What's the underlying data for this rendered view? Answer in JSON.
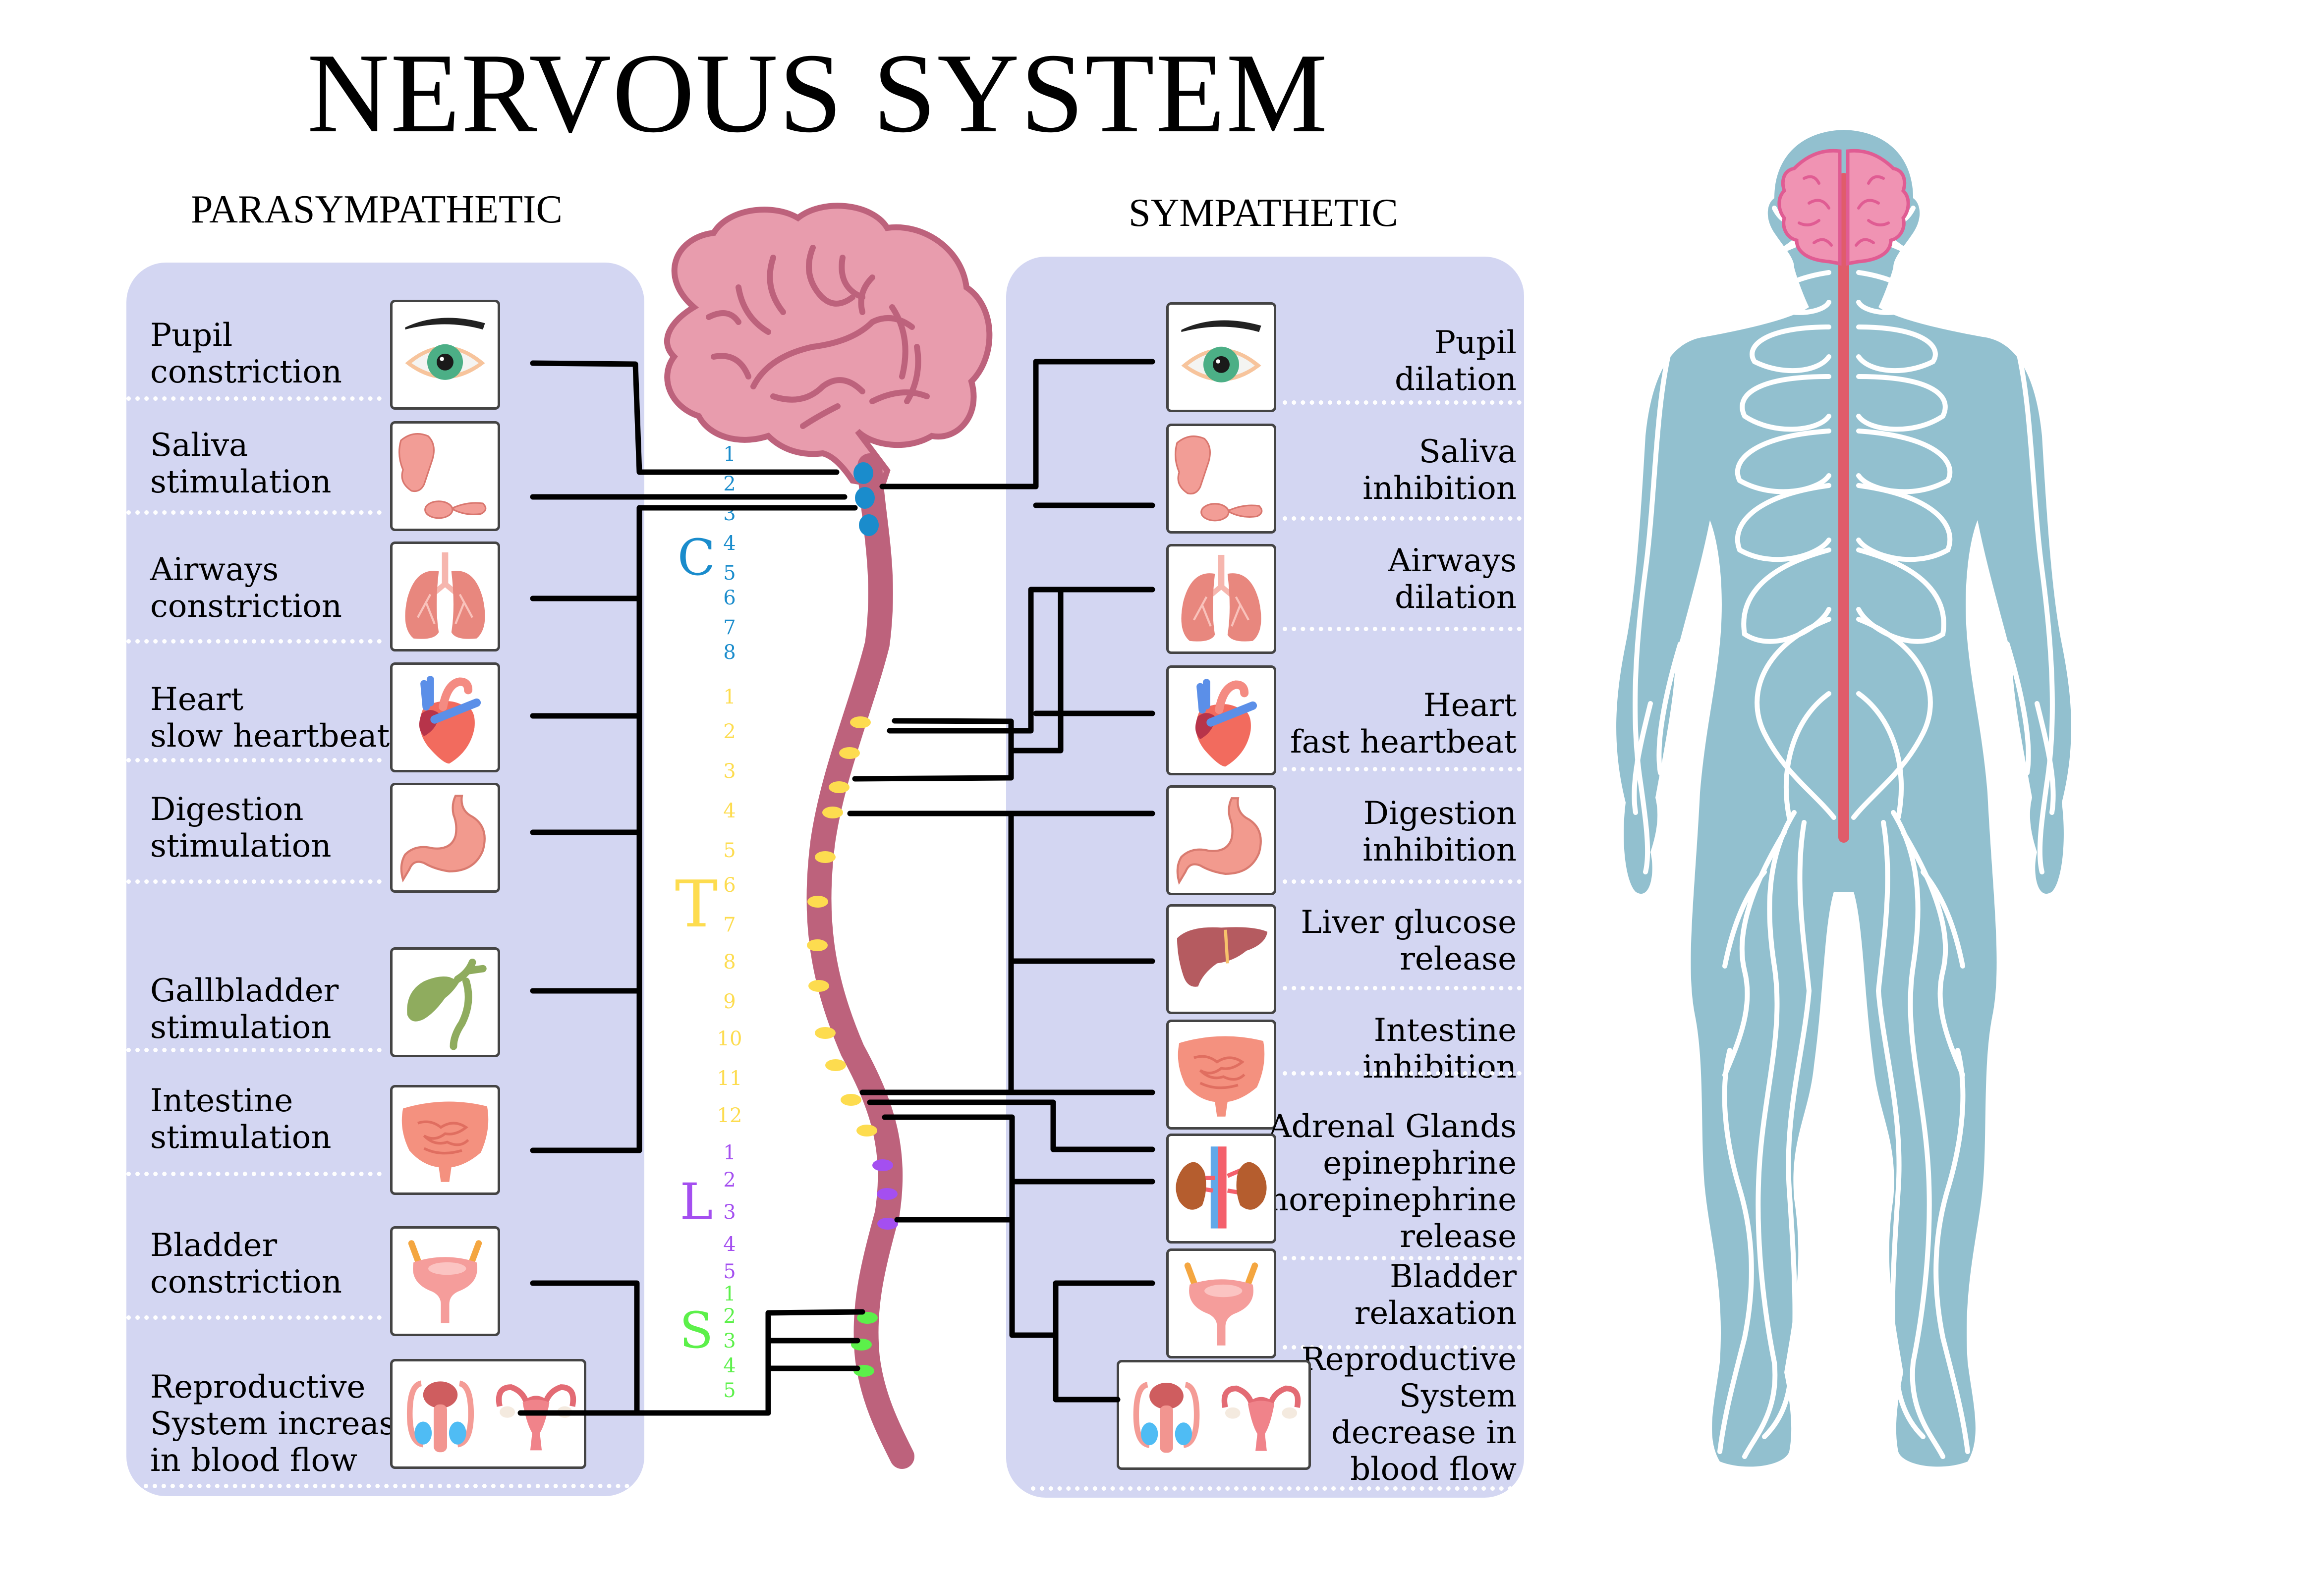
{
  "title": "NERVOUS SYSTEM",
  "parasympathetic": {
    "heading": "PARASYMPATHETIC",
    "items": [
      {
        "label": "Pupil\nconstriction",
        "icon": "eye-icon"
      },
      {
        "label": "Saliva\nstimulation",
        "icon": "salivary-gland-icon"
      },
      {
        "label": "Airways\nconstriction",
        "icon": "lungs-icon"
      },
      {
        "label": "Heart\nslow heartbeat",
        "icon": "heart-icon"
      },
      {
        "label": "Digestion\nstimulation",
        "icon": "stomach-icon"
      },
      {
        "label": "Gallbladder\nstimulation",
        "icon": "gallbladder-icon"
      },
      {
        "label": "Intestine\nstimulation",
        "icon": "intestine-icon"
      },
      {
        "label": "Bladder\nconstriction",
        "icon": "bladder-icon"
      },
      {
        "label": "Reproductive\nSystem increase\nin blood flow",
        "icon": "reproductive-organs-icon"
      }
    ]
  },
  "sympathetic": {
    "heading": "SYMPATHETIC",
    "items": [
      {
        "label": "Pupil\ndilation",
        "icon": "eye-icon"
      },
      {
        "label": "Saliva\ninhibition",
        "icon": "salivary-gland-icon"
      },
      {
        "label": "Airways\ndilation",
        "icon": "lungs-icon"
      },
      {
        "label": "Heart\nfast heartbeat",
        "icon": "heart-icon"
      },
      {
        "label": "Digestion\ninhibition",
        "icon": "stomach-icon"
      },
      {
        "label": "Liver glucose\nrelease",
        "icon": "liver-icon"
      },
      {
        "label": "Intestine\ninhibition",
        "icon": "intestine-icon"
      },
      {
        "label": "Adrenal Glands\nepinephrine\nnorepinephrine\nrelease",
        "icon": "kidneys-adrenal-icon"
      },
      {
        "label": "Bladder\nrelaxation",
        "icon": "bladder-icon"
      },
      {
        "label": "Reproductive\nSystem\ndecrease in\nblood flow",
        "icon": "reproductive-organs-icon"
      }
    ]
  },
  "spine": {
    "segments": [
      {
        "letter": "C",
        "color": "#1a8ccc",
        "numbers": [
          "1",
          "2",
          "3",
          "4",
          "5",
          "6",
          "7",
          "8"
        ]
      },
      {
        "letter": "T",
        "color": "#fddc4f",
        "numbers": [
          "1",
          "2",
          "3",
          "4",
          "5",
          "6",
          "7",
          "8",
          "9",
          "10",
          "11",
          "12"
        ]
      },
      {
        "letter": "L",
        "color": "#a44ff0",
        "numbers": [
          "1",
          "2",
          "3",
          "4",
          "5"
        ]
      },
      {
        "letter": "S",
        "color": "#5cf04a",
        "numbers": [
          "1",
          "2",
          "3",
          "4",
          "5"
        ]
      }
    ]
  },
  "colors": {
    "panel": "#d3d6f2",
    "brain": "#e89cad",
    "brain_outline": "#bd627c",
    "spinal_cord": "#bd627c",
    "body": "#92c0cf",
    "body_cord": "#e05c6a",
    "body_brain": "#f093b3"
  }
}
